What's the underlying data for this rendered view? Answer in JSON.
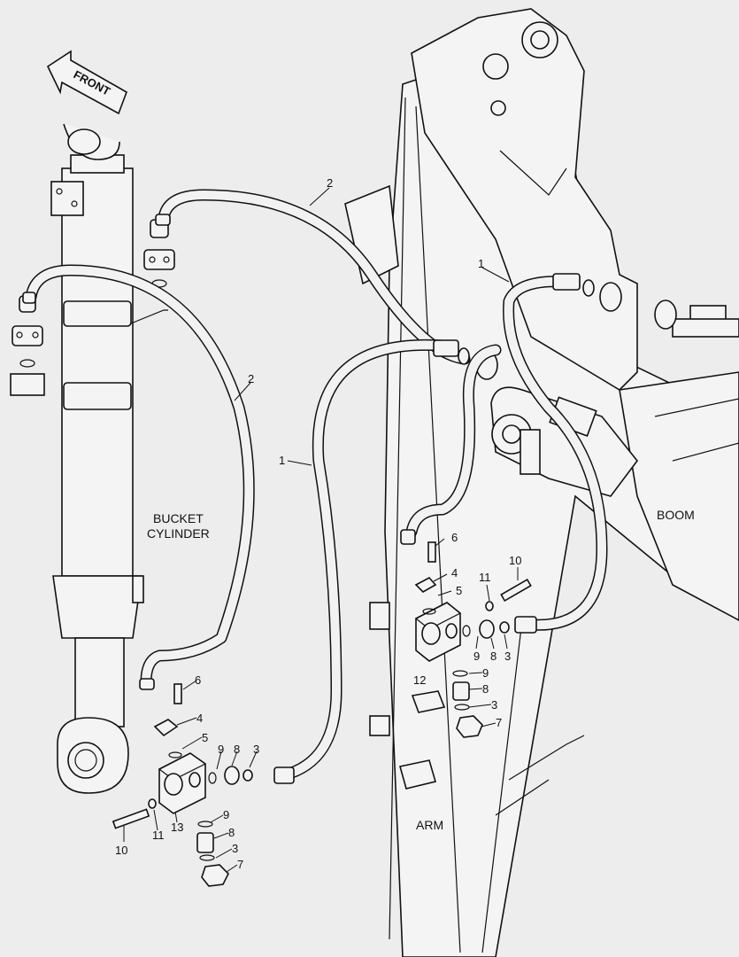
{
  "front_arrow": {
    "text": "FRONT"
  },
  "labels": {
    "bucket_cylinder_line1": "BUCKET",
    "bucket_cylinder_line2": "CYLINDER",
    "boom": "BOOM",
    "arm": "ARM"
  },
  "callouts": {
    "hose_2_top": "2",
    "hose_2_left": "2",
    "hose_1_right": "1",
    "hose_1_mid": "1",
    "upper_6": "6",
    "upper_4": "4",
    "upper_5": "5",
    "upper_10": "10",
    "upper_11": "11",
    "upper_9a": "9",
    "upper_8a": "8",
    "upper_3a": "3",
    "upper_12": "12",
    "upper_9b": "9",
    "upper_8b": "8",
    "upper_3b": "3",
    "upper_7": "7",
    "lower_6": "6",
    "lower_4": "4",
    "lower_5": "5",
    "lower_9a": "9",
    "lower_8a": "8",
    "lower_3a": "3",
    "lower_11": "11",
    "lower_13": "13",
    "lower_10": "10",
    "lower_9b": "9",
    "lower_8b": "8",
    "lower_3b": "3",
    "lower_7": "7"
  }
}
